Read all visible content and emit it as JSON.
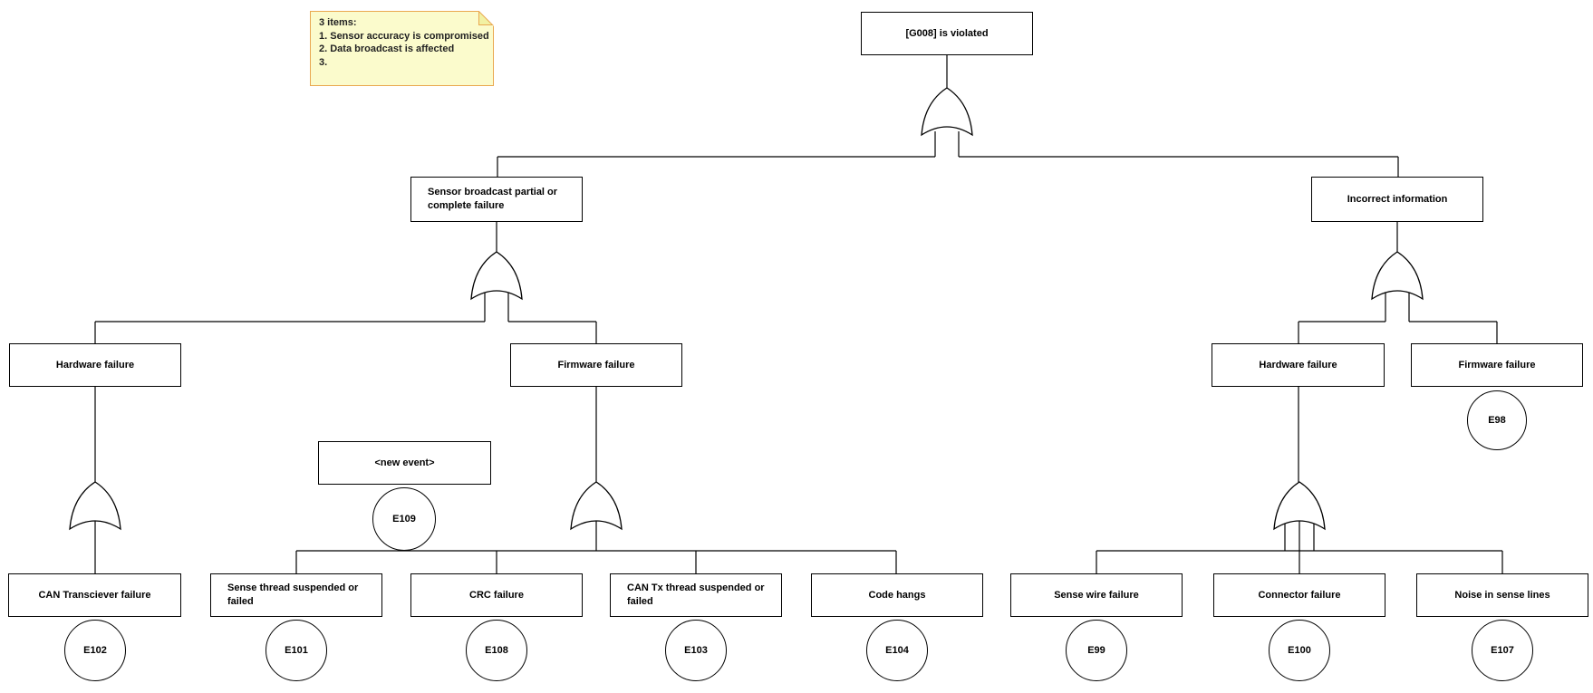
{
  "note": {
    "lines": [
      "3 items:",
      "1. Sensor accuracy is compromised",
      "2. Data broadcast is affected",
      "3."
    ]
  },
  "colors": {
    "line": "#000000",
    "note_fill": "#fbfbcc",
    "note_border": "#e9a850",
    "note_fold": "#f2f1a3"
  },
  "tree": {
    "gate_type": "OR",
    "nodes": {
      "g008": {
        "label": "[G008] is violated"
      },
      "sensor_broadcast": {
        "label": "Sensor broadcast partial or complete failure"
      },
      "incorrect_information": {
        "label": "Incorrect information"
      },
      "hardware_failure_left": {
        "label": "Hardware failure"
      },
      "firmware_failure_left": {
        "label": "Firmware failure"
      },
      "hardware_failure_right": {
        "label": "Hardware failure"
      },
      "firmware_failure_right": {
        "label": "Firmware failure",
        "event_id": "E98"
      },
      "new_event": {
        "label": "<new event>",
        "event_id": "E109"
      },
      "can_transciever_failure": {
        "label": "CAN Transciever failure",
        "event_id": "E102"
      },
      "sense_thread": {
        "label": "Sense thread suspended or failed",
        "event_id": "E101"
      },
      "crc_failure": {
        "label": "CRC failure",
        "event_id": "E108"
      },
      "can_tx_thread": {
        "label": "CAN Tx thread suspended or failed",
        "event_id": "E103"
      },
      "code_hangs": {
        "label": "Code hangs",
        "event_id": "E104"
      },
      "sense_wire_failure": {
        "label": "Sense wire failure",
        "event_id": "E99"
      },
      "connector_failure": {
        "label": "Connector failure",
        "event_id": "E100"
      },
      "noise_in_sense_lines": {
        "label": "Noise in sense lines",
        "event_id": "E107"
      }
    }
  }
}
